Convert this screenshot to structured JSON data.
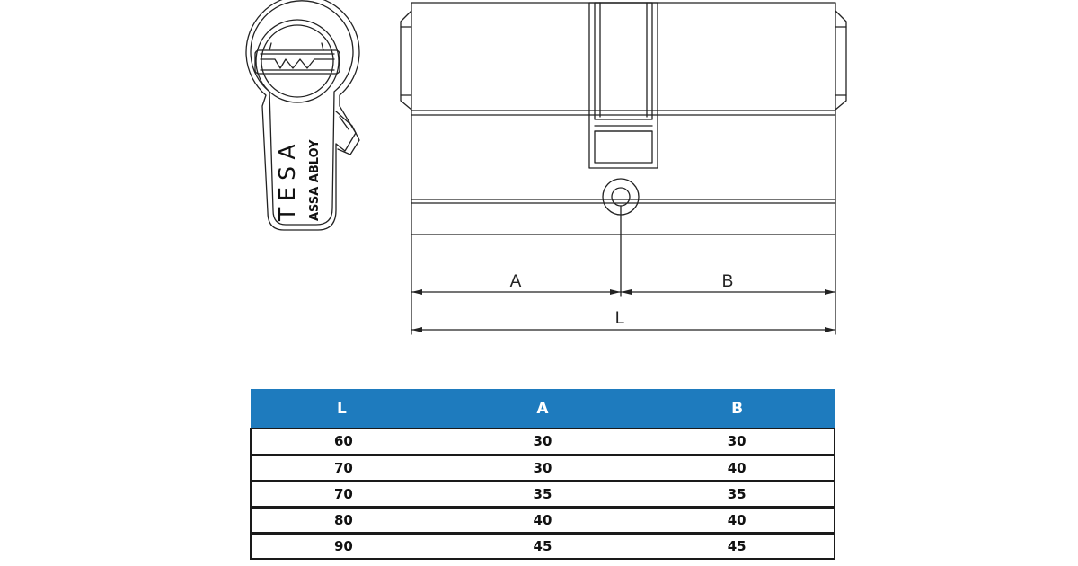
{
  "brand": {
    "logo": "TESA",
    "sublogo": "ASSA ABLOY"
  },
  "diagram": {
    "dimension_a": "A",
    "dimension_b": "B",
    "dimension_l": "L"
  },
  "table": {
    "header_color": "#1E7BBE",
    "columns": [
      "L",
      "A",
      "B"
    ],
    "rows": [
      [
        "60",
        "30",
        "30"
      ],
      [
        "70",
        "30",
        "40"
      ],
      [
        "70",
        "35",
        "35"
      ],
      [
        "80",
        "40",
        "40"
      ],
      [
        "90",
        "45",
        "45"
      ]
    ]
  }
}
